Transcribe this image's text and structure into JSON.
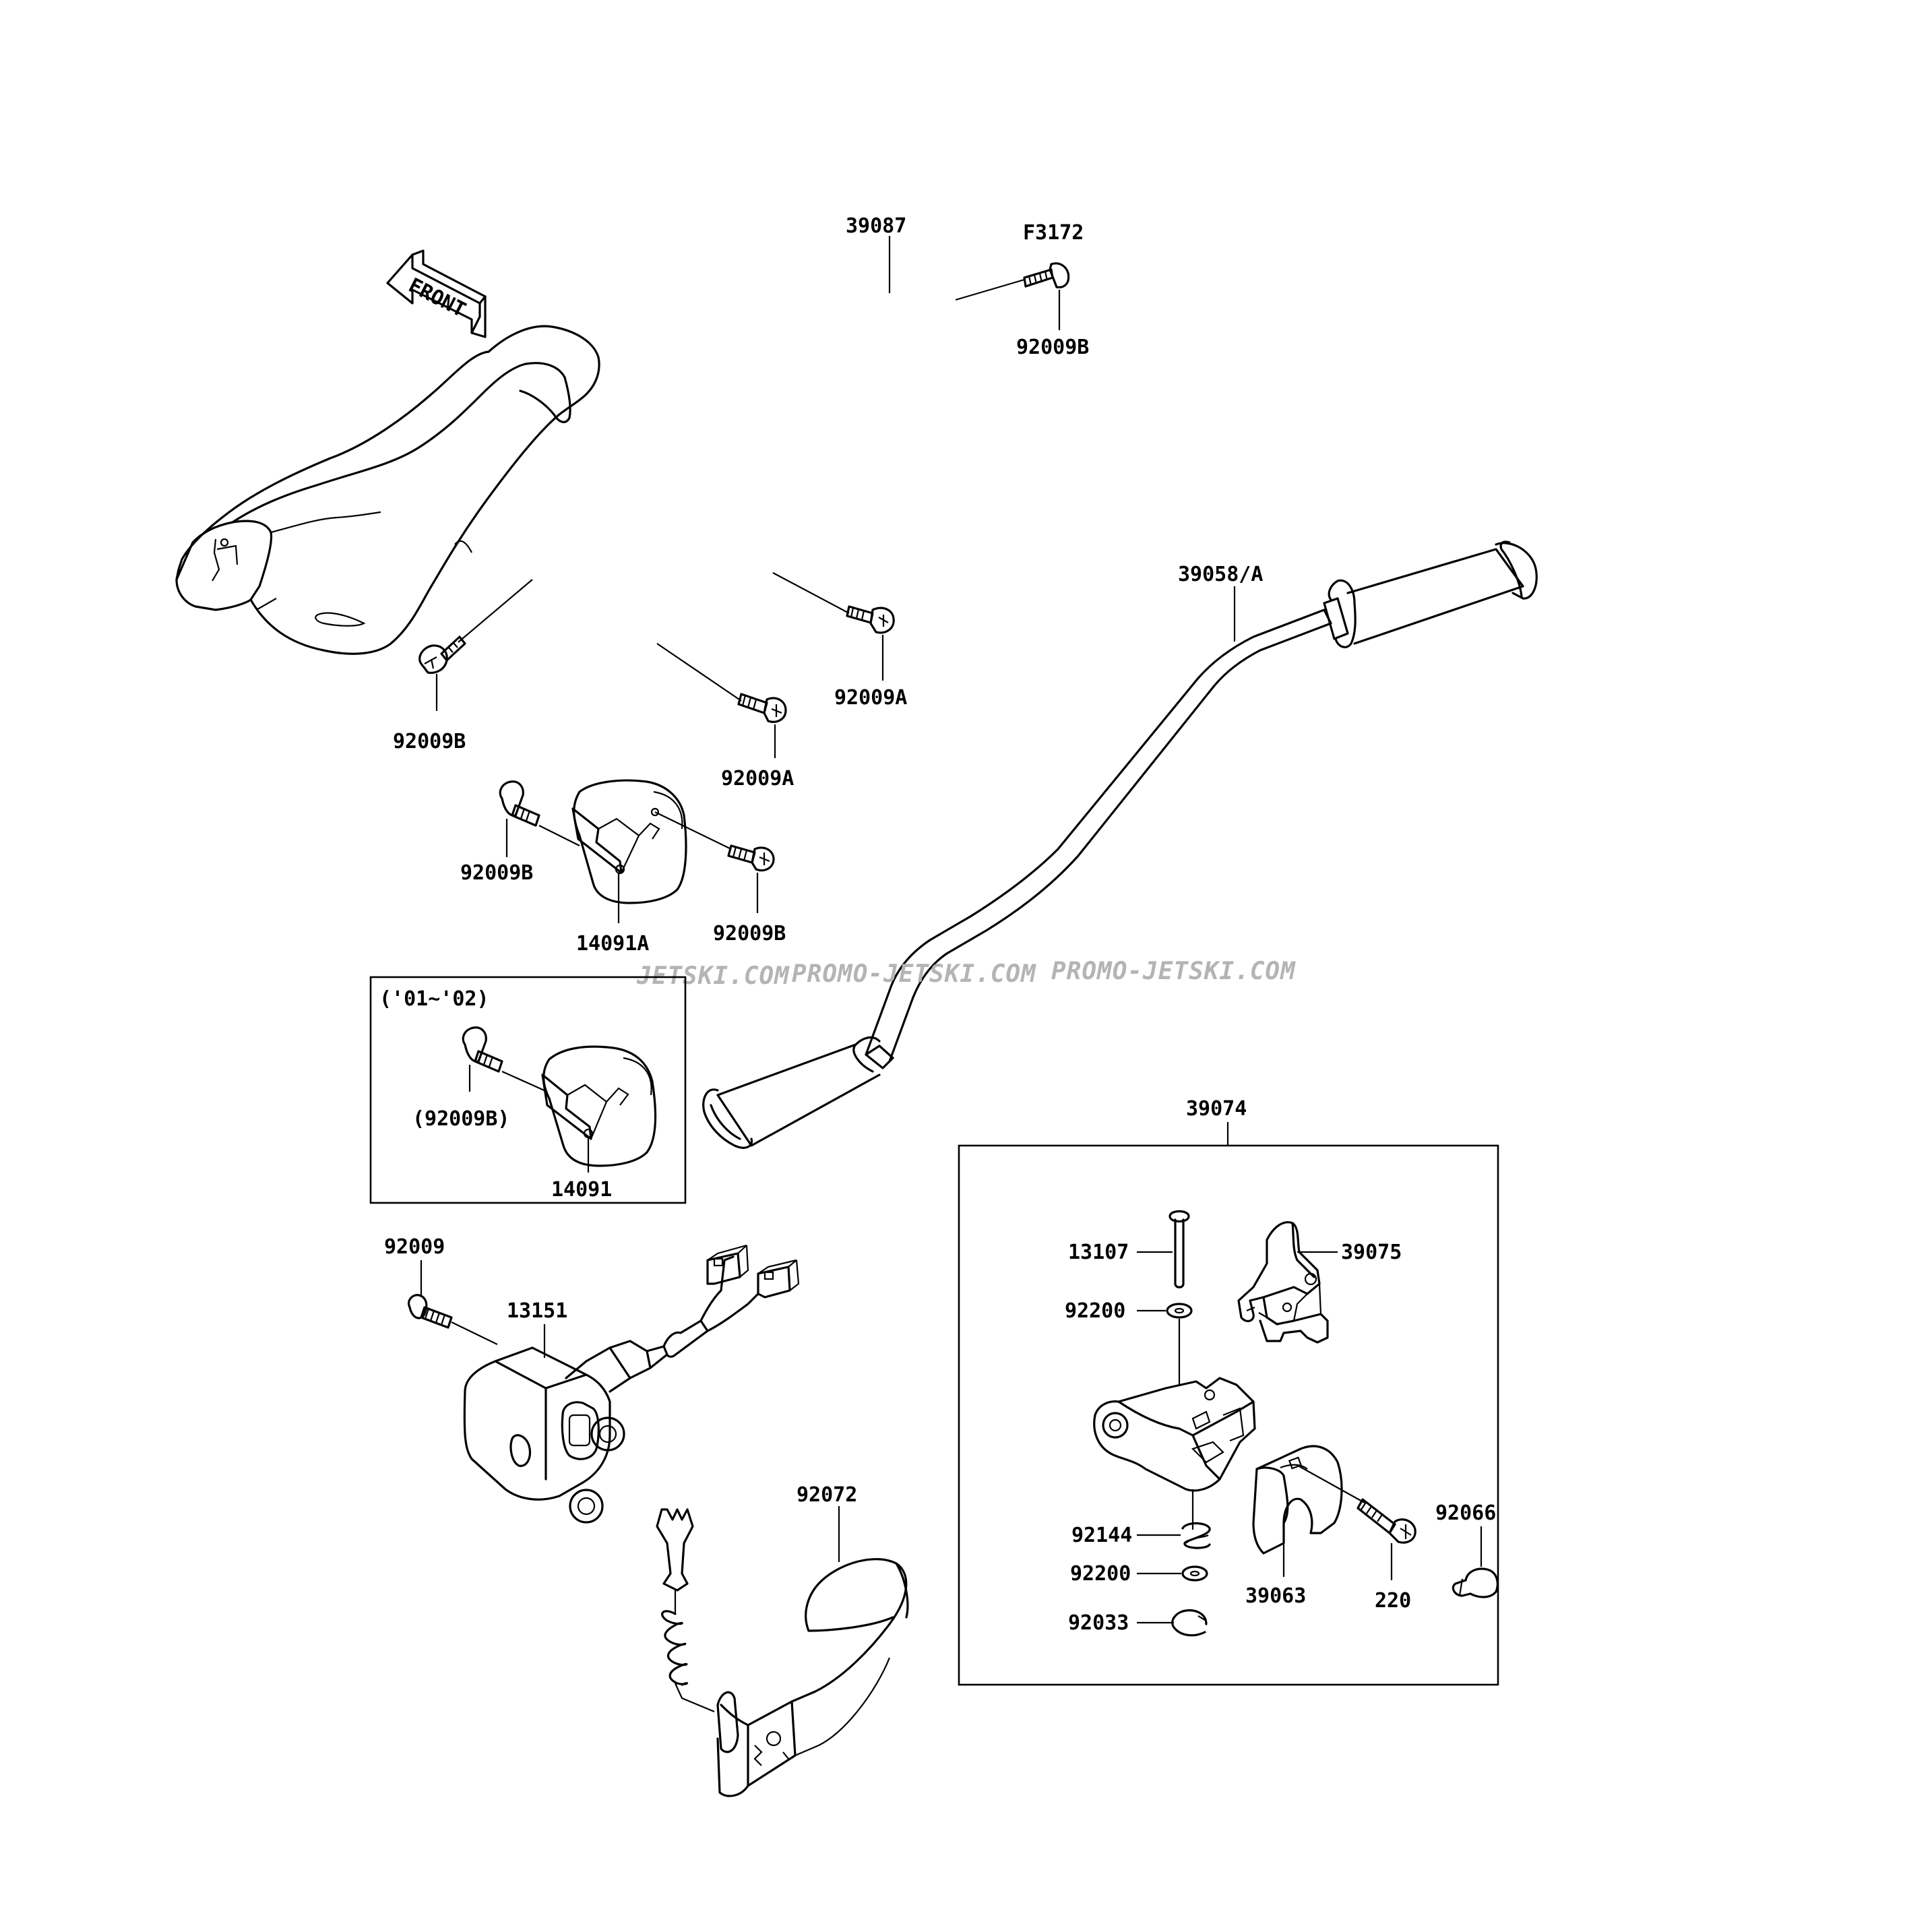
{
  "figure_code": "F3172",
  "front_arrow_text": "FRONT",
  "watermark": [
    "JETSKI.COM",
    "PROMO-JETSKI.COM",
    "PROMO-JETSKI.COM"
  ],
  "inset_note": "('01~'02)",
  "labels": {
    "l39087": "39087",
    "l92009B_top": "92009B",
    "l92009B_left": "92009B",
    "l92009A_right": "92009A",
    "l92009A_mid": "92009A",
    "l39058A": "39058/A",
    "l92009B_a": "92009B",
    "l92009B_b": "92009B",
    "l14091A": "14091A",
    "l92009B_paren": "(92009B)",
    "l14091": "14091",
    "l92009": "92009",
    "l13151": "13151",
    "l92072": "92072",
    "l39074": "39074",
    "l13107": "13107",
    "l39075": "39075",
    "l92200_a": "92200",
    "l92144": "92144",
    "l92200_b": "92200",
    "l92033": "92033",
    "l39063": "39063",
    "l220": "220",
    "l92066": "92066"
  }
}
